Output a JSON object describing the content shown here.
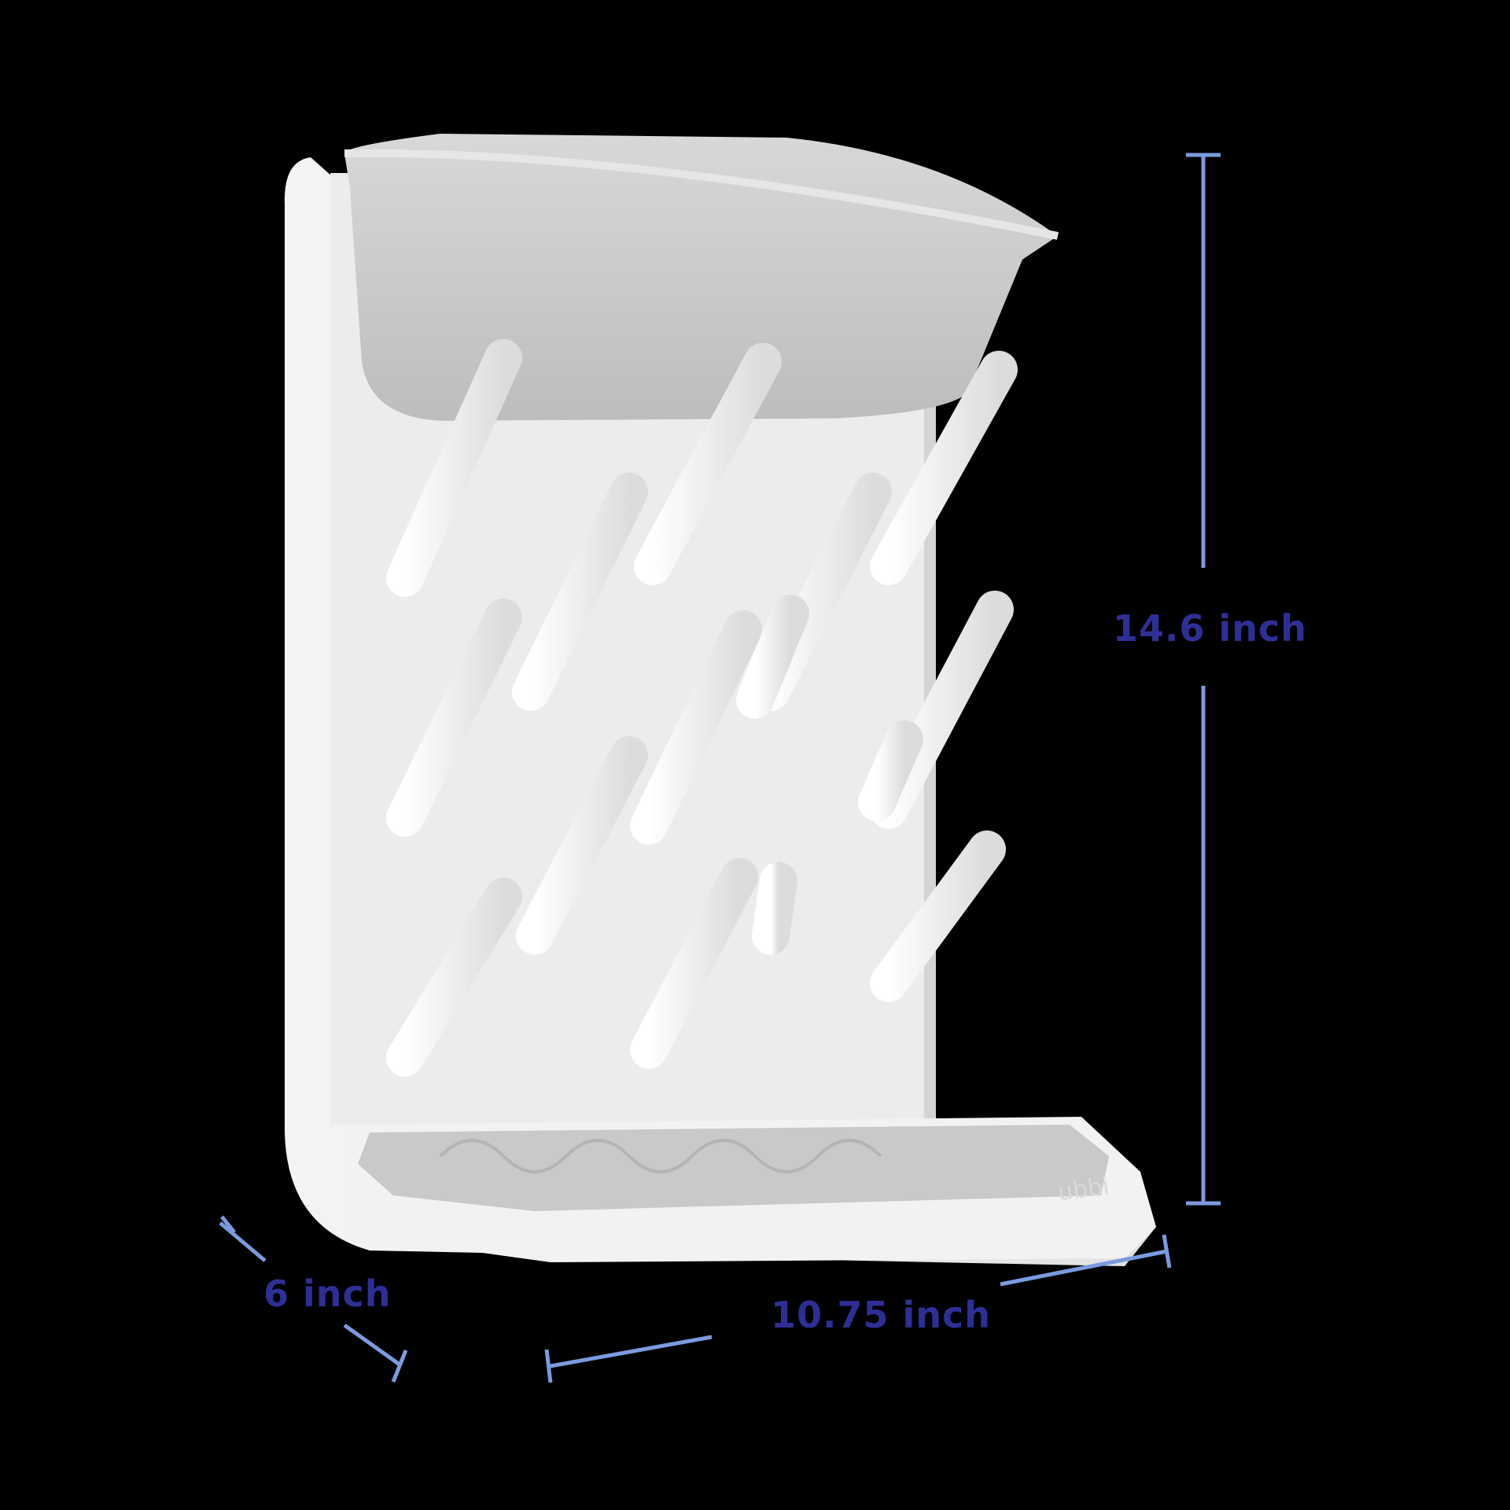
{
  "product": {
    "description": "baby bottle drying rack with grey top basket, 14 white pegs and grey drip tray",
    "brand_mark": "ubbi",
    "peg_count": 14
  },
  "dimensions": {
    "height": {
      "label": "14.6 inch"
    },
    "width": {
      "label": "10.75 inch"
    },
    "depth": {
      "label": "6 inch"
    }
  },
  "colors": {
    "background": "#000000",
    "label_text": "#2e2f96",
    "dimension_line": "#7b9be0",
    "product_white": "#eeeeee",
    "product_grey": "#c8c8c8"
  }
}
